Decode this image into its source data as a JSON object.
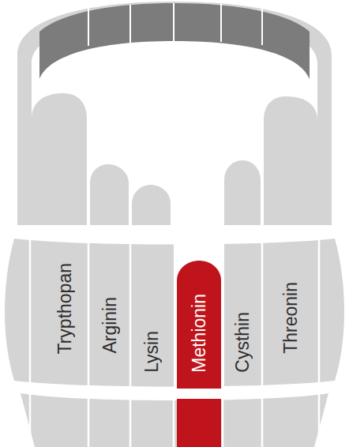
{
  "diagram": {
    "nodes": [
      {
        "text": [
          "Trypthopan"
        ]
      },
      {
        "text": [
          "Arginin"
        ]
      },
      {
        "text": [
          "Lysin"
        ]
      },
      {
        "text": [
          "Methionin"
        ]
      },
      {
        "text": [
          "Cysthin"
        ]
      },
      {
        "text": [
          "Threonin"
        ]
      }
    ]
  }
}
